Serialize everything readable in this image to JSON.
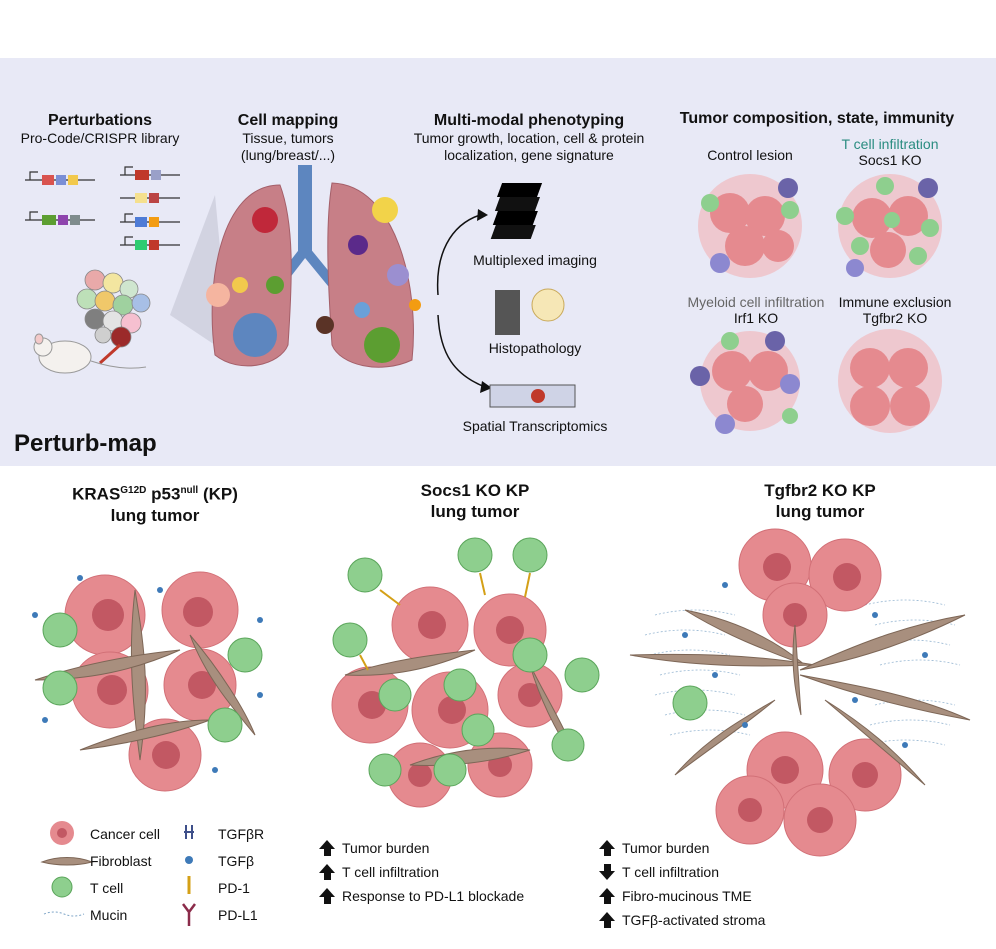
{
  "top": {
    "perturbations": {
      "title": "Perturbations",
      "subtitle": "Pro-Code/CRISPR library"
    },
    "cell_mapping": {
      "title": "Cell mapping",
      "line1": "Tissue, tumors",
      "line2": "(lung/breast/...)"
    },
    "phenotyping": {
      "title": "Multi-modal phenotyping",
      "line1": "Tumor growth, location, cell & protein",
      "line2": "localization, gene signature",
      "methods": [
        "Multiplexed imaging",
        "Histopathology",
        "Spatial Transcriptomics"
      ]
    },
    "composition": {
      "title": "Tumor composition, state, immunity",
      "control": "Control lesion",
      "socs1_phen": "T cell infiltration",
      "socs1_ko": "Socs1 KO",
      "irf1_phen": "Myeloid cell infiltration",
      "irf1_ko": "Irf1 KO",
      "tgfbr2_phen": "Immune exclusion",
      "tgfbr2_ko": "Tgfbr2 KO"
    },
    "brand": "Perturb-map"
  },
  "bottom": {
    "kp": {
      "line1_pre": "KRAS",
      "sup1": "G12D",
      "line1_mid": " p53",
      "sup2": "null",
      "line1_post": " (KP)",
      "line2": "lung tumor"
    },
    "socs1": {
      "line1": "Socs1 KO KP",
      "line2": "lung tumor"
    },
    "tgfbr2": {
      "line1": "Tgfbr2 KO KP",
      "line2": "lung tumor"
    }
  },
  "legend": {
    "cancer_cell": "Cancer cell",
    "fibroblast": "Fibroblast",
    "t_cell": "T cell",
    "mucin": "Mucin",
    "tgfbr": "TGFβR",
    "tgfb": "TGFβ",
    "pd1": "PD-1",
    "pdl1": "PD-L1"
  },
  "effects_socs1": [
    {
      "dir": "up",
      "text": "Tumor burden"
    },
    {
      "dir": "up",
      "text": "T cell infiltration"
    },
    {
      "dir": "up",
      "text": "Response to PD-L1 blockade"
    }
  ],
  "effects_tgfbr2": [
    {
      "dir": "up",
      "text": "Tumor burden"
    },
    {
      "dir": "down",
      "text": "T cell infiltration"
    },
    {
      "dir": "up",
      "text": "Fibro-mucinous TME"
    },
    {
      "dir": "up",
      "text": "TGFβ-activated stroma"
    }
  ],
  "colors": {
    "panel": "#e8e9f6",
    "cancer": "#e58a8f",
    "cancer_core": "#c25863",
    "tcell": "#8ecf8e",
    "fibro": "#a88f7e",
    "lung": "#c77f87",
    "teal": "#2a8c80"
  }
}
